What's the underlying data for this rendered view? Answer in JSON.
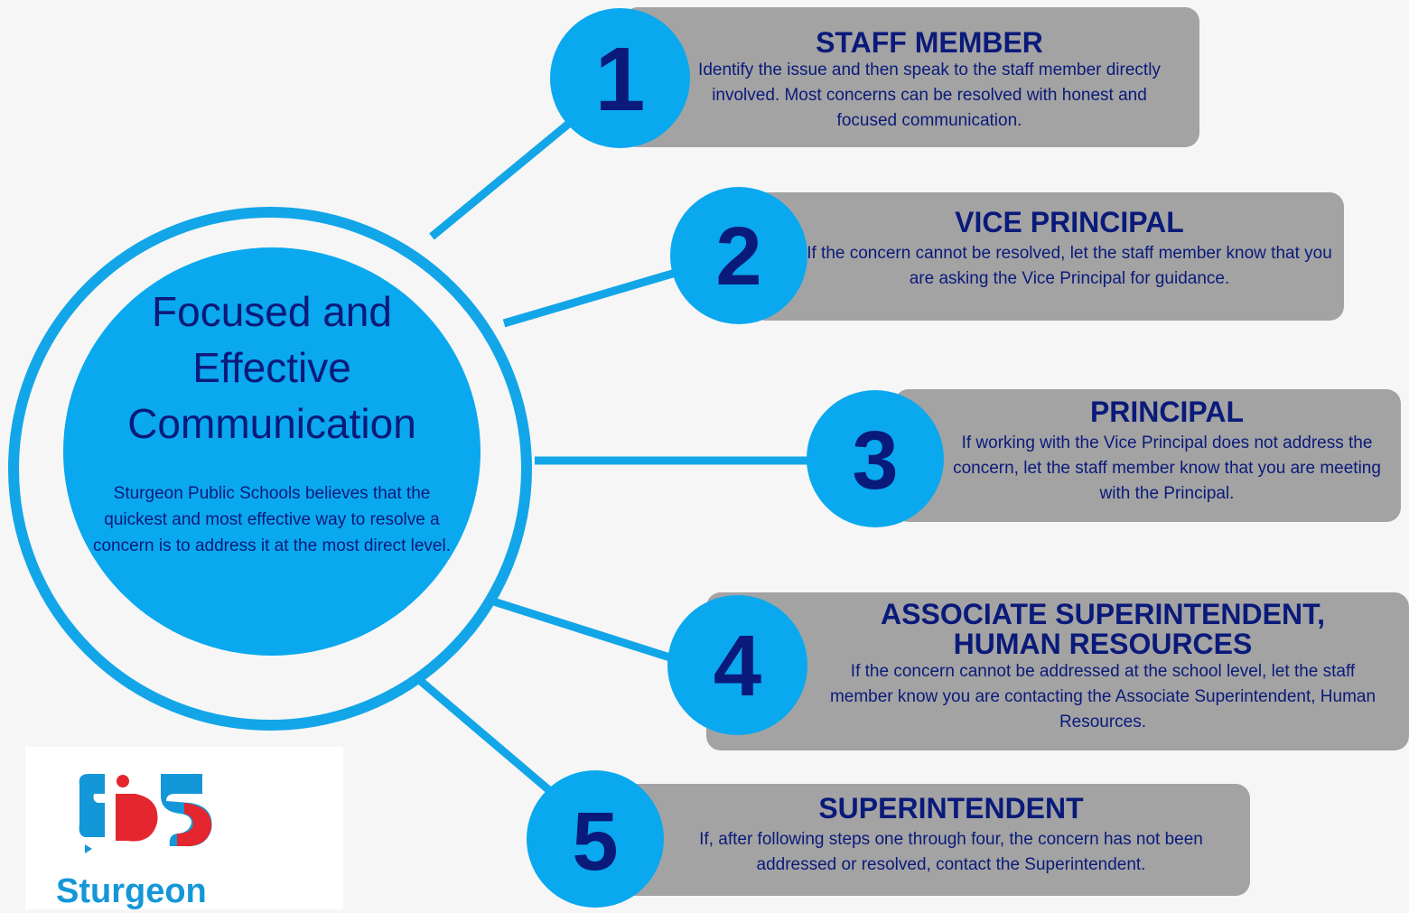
{
  "hub": {
    "title_line1": "Focused and",
    "title_line2": "Effective",
    "title_line3": "Communication",
    "text": "Sturgeon Public Schools believes that the quickest and most effective way to resolve a concern is to address it at the most direct level."
  },
  "steps": [
    {
      "number": "1",
      "title": "STAFF MEMBER",
      "text": "Identify the issue and then speak to the staff member directly involved. Most concerns can be resolved with honest and focused communication."
    },
    {
      "number": "2",
      "title": "VICE PRINCIPAL",
      "text": "If the concern cannot be resolved, let the staff member know that you are asking the Vice Principal for guidance."
    },
    {
      "number": "3",
      "title": "PRINCIPAL",
      "text": "If working with the Vice Principal does not address the concern, let the staff member know that you are meeting with the Principal."
    },
    {
      "number": "4",
      "title": "ASSOCIATE SUPERINTENDENT, HUMAN RESOURCES",
      "text": "If the concern cannot be addressed at the school level, let the staff member know you are contacting the Associate Superintendent, Human Resources."
    },
    {
      "number": "5",
      "title": "SUPERINTENDENT",
      "text": "If, after following steps one through four, the concern has not been addressed or resolved, contact the Superintendent."
    }
  ],
  "logo": {
    "text": "Sturgeon"
  },
  "colors": {
    "accent_blue": "#0aa8ee",
    "navy": "#0a1a7a",
    "card_gray": "#a3a3a3",
    "logo_red": "#e4262f"
  }
}
